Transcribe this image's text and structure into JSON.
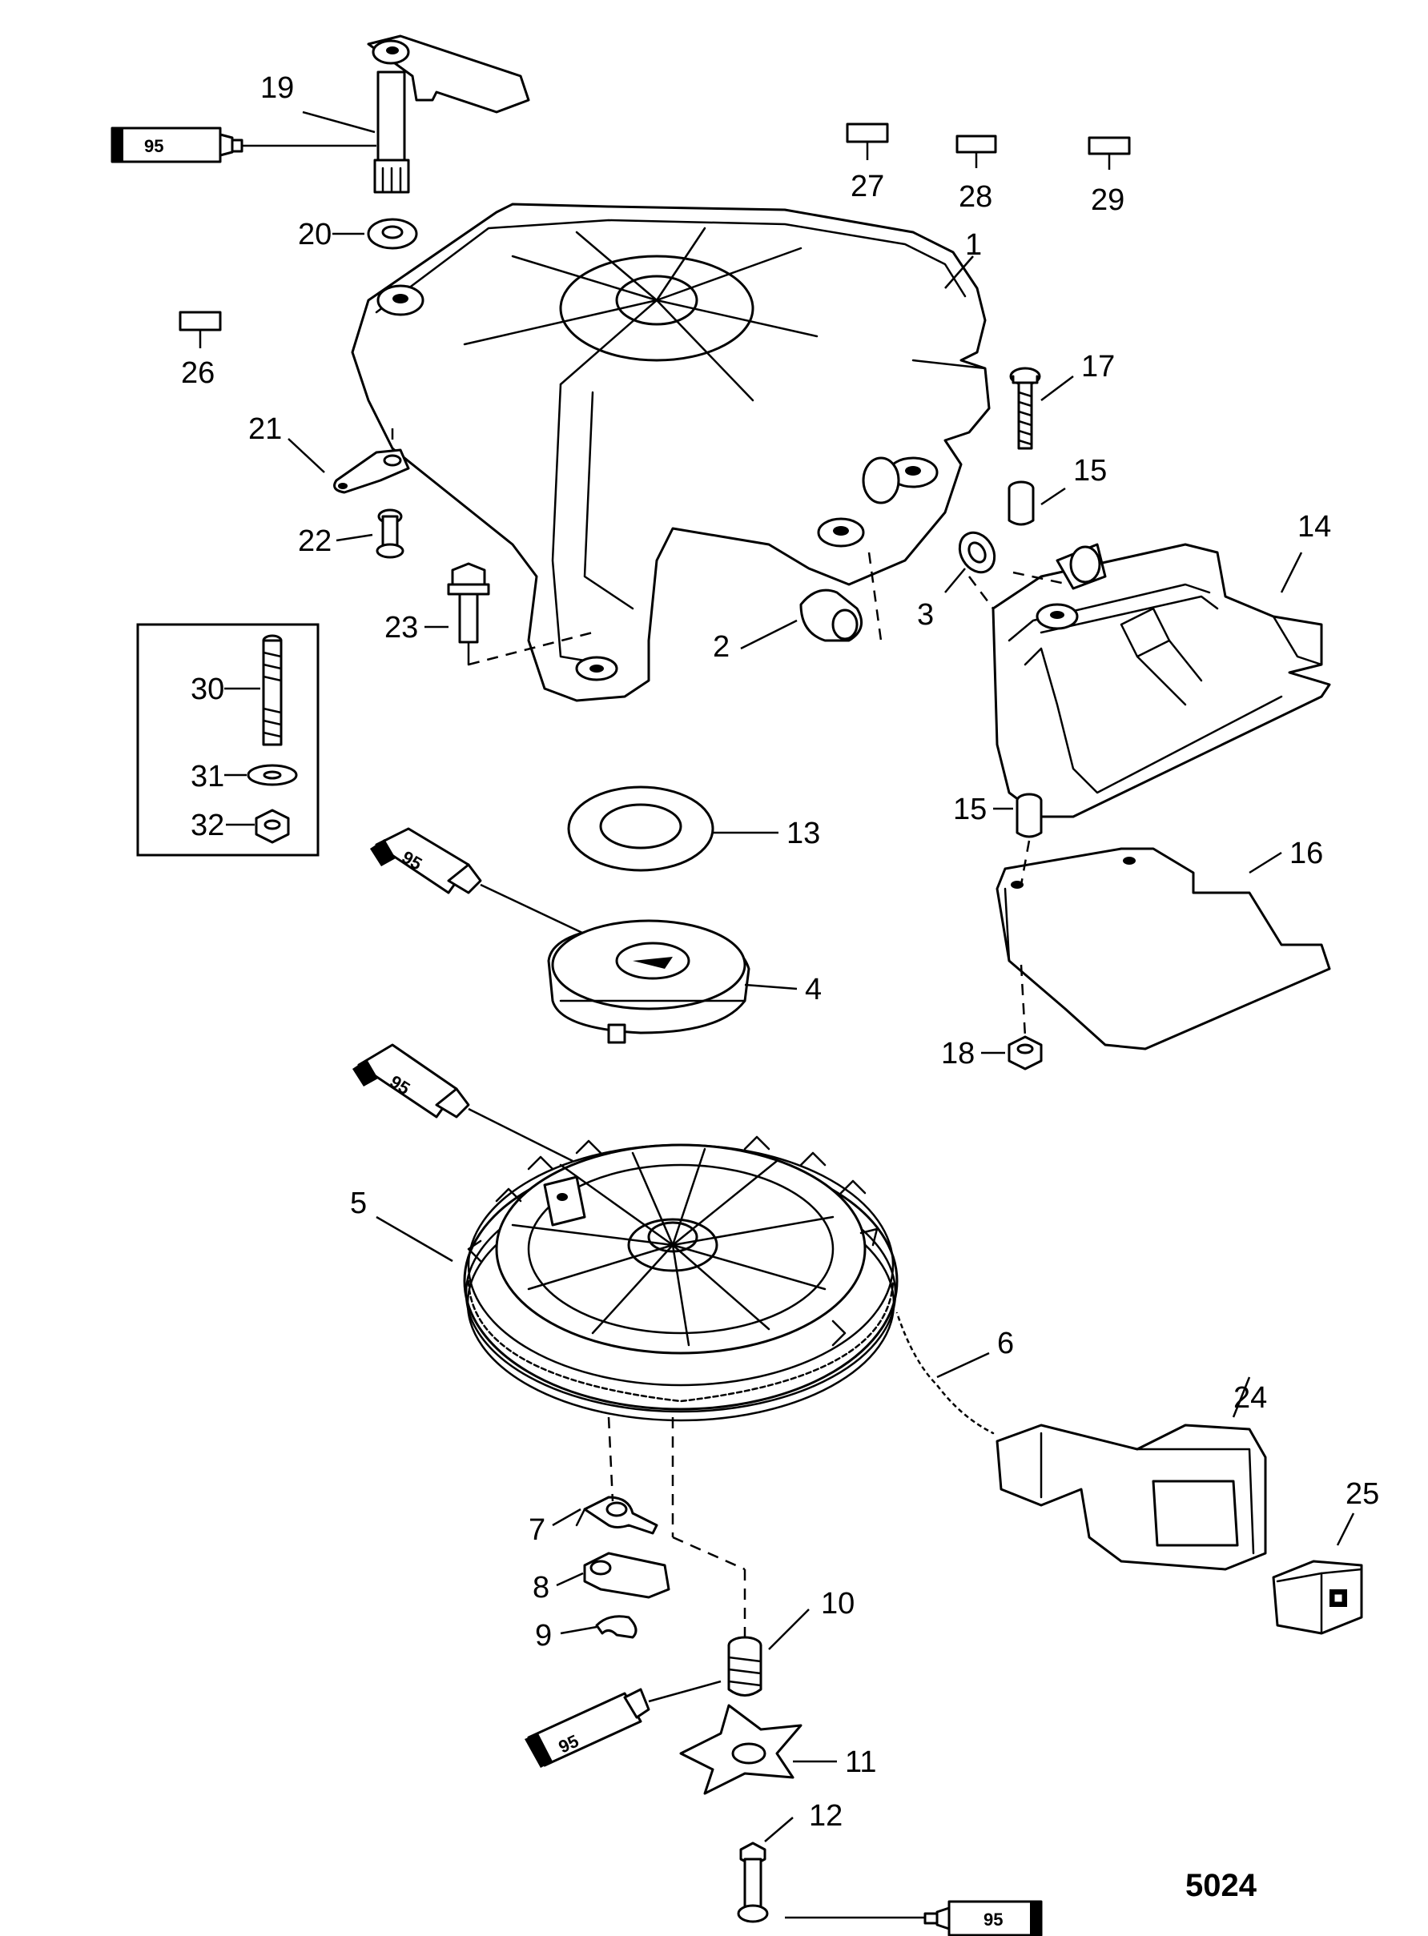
{
  "figure_number": "5024",
  "tube_label": "95",
  "callouts": {
    "c1": "1",
    "c2": "2",
    "c3": "3",
    "c4": "4",
    "c5": "5",
    "c6": "6",
    "c7": "7",
    "c8": "8",
    "c9": "9",
    "c10": "10",
    "c11": "11",
    "c12": "12",
    "c13": "13",
    "c14": "14",
    "c15a": "15",
    "c15b": "15",
    "c16": "16",
    "c17": "17",
    "c18": "18",
    "c19": "19",
    "c20": "20",
    "c21": "21",
    "c22": "22",
    "c23": "23",
    "c24": "24",
    "c25": "25",
    "c26": "26",
    "c27": "27",
    "c28": "28",
    "c29": "29",
    "c30": "30",
    "c31": "31",
    "c32": "32"
  }
}
